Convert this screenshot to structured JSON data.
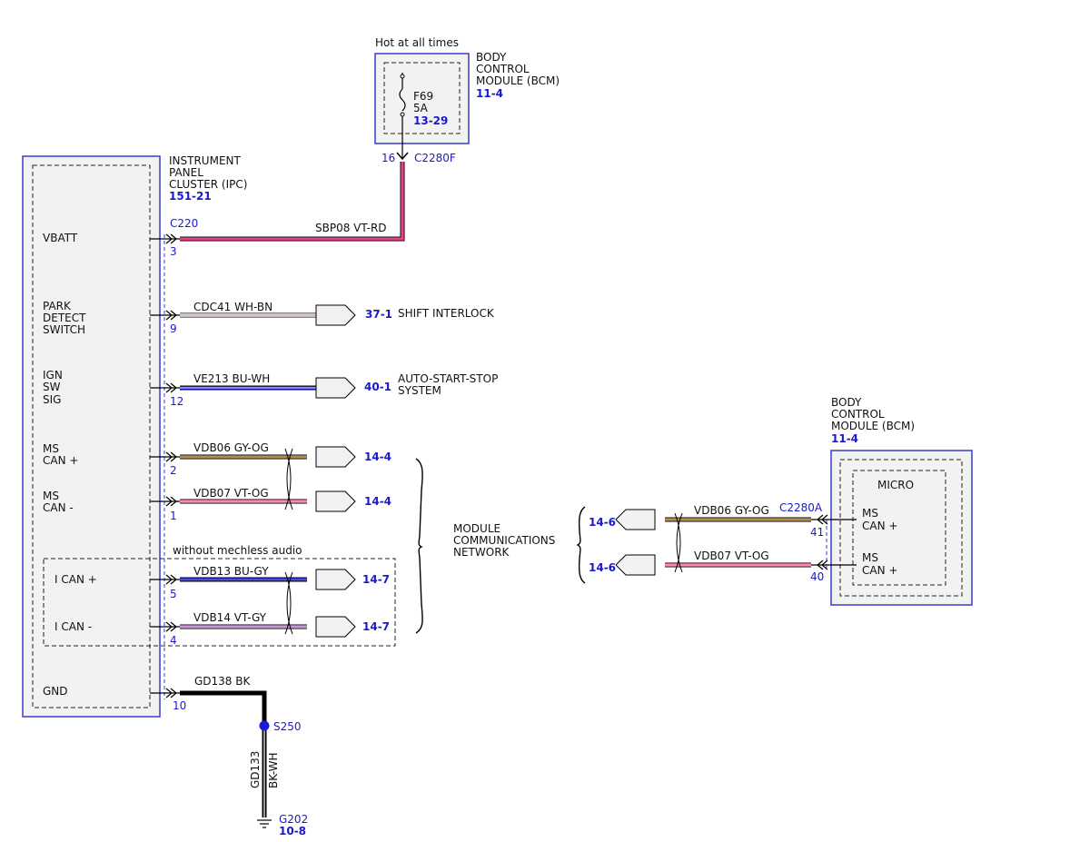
{
  "bcm_top": {
    "hot_label": "Hot at all times",
    "title_lines": [
      "BODY",
      "CONTROL",
      "MODULE (BCM)"
    ],
    "ref": "11-4",
    "fuse_name": "F69",
    "fuse_rating": "5A",
    "fuse_ref": "13-29",
    "pin": "16",
    "connector": "C2280F"
  },
  "ipc": {
    "title_lines": [
      "INSTRUMENT",
      "PANEL",
      "CLUSTER (IPC)"
    ],
    "ref": "151-21",
    "connector": "C220",
    "vbatt": "VBATT",
    "park_lines": [
      "PARK",
      "DETECT",
      "SWITCH"
    ],
    "ign_lines": [
      "IGN",
      "SW",
      "SIG"
    ],
    "mscan_plus_lines": [
      "MS",
      "CAN +"
    ],
    "mscan_minus_lines": [
      "MS",
      "CAN -"
    ],
    "ican_plus": "I CAN +",
    "ican_minus": "I CAN -",
    "gnd": "GND"
  },
  "wires": {
    "sbp08": "SBP08   VT-RD",
    "pin3": "3",
    "cdc41": "CDC41   WH-BN",
    "pin9": "9",
    "ref_shift": "37-1",
    "shift_label": "SHIFT INTERLOCK",
    "ve213": "VE213   BU-WH",
    "pin12": "12",
    "ref_ass": "40-1",
    "ass_lines": [
      "AUTO-START-STOP",
      "SYSTEM"
    ],
    "vdb06": "VDB06   GY-OG",
    "pin2": "2",
    "ref_vdb06": "14-4",
    "vdb07": "VDB07   VT-OG",
    "pin1": "1",
    "ref_vdb07": "14-4",
    "without_label": "without mechless audio",
    "vdb13": "VDB13   BU-GY",
    "pin5": "5",
    "ref_vdb13": "14-7",
    "vdb14": "VDB14   VT-GY",
    "pin4": "4",
    "ref_vdb14": "14-7",
    "gd138": "GD138   BK",
    "pin10": "10",
    "splice": "S250",
    "gd133": "GD133",
    "bkwh": "BK-WH",
    "ground": "G202",
    "ground_ref": "10-8"
  },
  "network": {
    "label_lines": [
      "MODULE",
      "COMMUNICATIONS",
      "NETWORK"
    ]
  },
  "bcm_right": {
    "title_lines": [
      "BODY",
      "CONTROL",
      "MODULE (BCM)"
    ],
    "ref": "11-4",
    "micro": "MICRO",
    "ms_can_a_lines": [
      "MS",
      "CAN +"
    ],
    "ms_can_b_lines": [
      "MS",
      "CAN +"
    ],
    "connector": "C2280A",
    "pin41": "41",
    "pin40": "40",
    "ref_a": "14-6",
    "ref_b": "14-6",
    "vdb06": "VDB06   GY-OG",
    "vdb07": "VDB07   VT-OG"
  },
  "colors": {
    "module_border": "#3a3ad0",
    "module_fill": "#f2f2f2",
    "pin_text": "#1a1acc",
    "vt_rd": "#e8418a",
    "blue": "#1a1ad8",
    "gray_og": "#8f7a52",
    "vt_og": "#ee6fa8",
    "vt_gy": "#c27fd2",
    "wh_bn": "#b08070",
    "black": "#000000"
  }
}
